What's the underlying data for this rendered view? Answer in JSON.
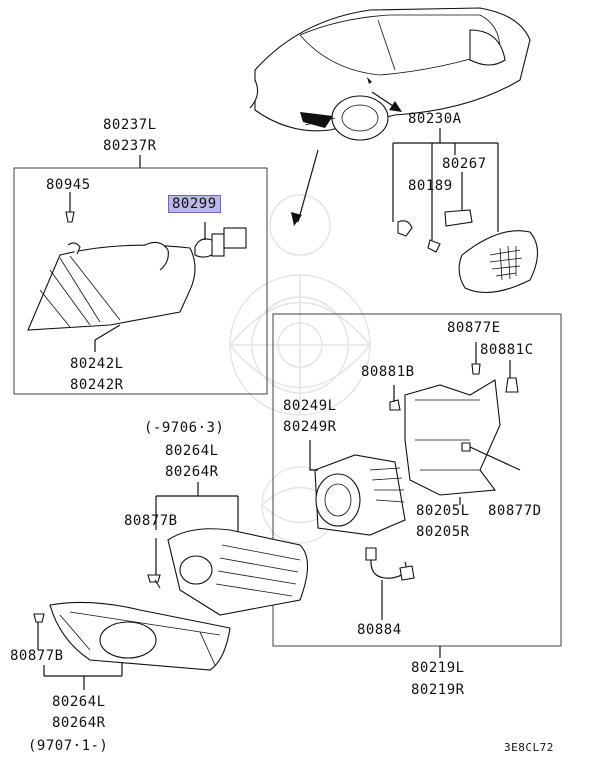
{
  "labels": {
    "p80237": [
      "80237L",
      "80237R"
    ],
    "p80945": "80945",
    "p80299": "80299",
    "p80242": [
      "80242L",
      "80242R"
    ],
    "p80230A": "80230A",
    "p80267": "80267",
    "p80189": "80189",
    "p80877E": "80877E",
    "p80881C": "80881C",
    "p80881B": "80881B",
    "p80249": [
      "80249L",
      "80249R"
    ],
    "date_early": "(-9706·3)",
    "p80264_top": [
      "80264L",
      "80264R"
    ],
    "p80877B_top": "80877B",
    "p80205": [
      "80205L",
      "80205R"
    ],
    "p80877D": "80877D",
    "p80884": "80884",
    "p80219": [
      "80219L",
      "80219R"
    ],
    "p80877B_bottom": "80877B",
    "p80264_bottom": [
      "80264L",
      "80264R"
    ],
    "date_late": "(9707·1-)",
    "diagram_code": "3E8CL72"
  },
  "highlight_color": "#b9b7e6"
}
